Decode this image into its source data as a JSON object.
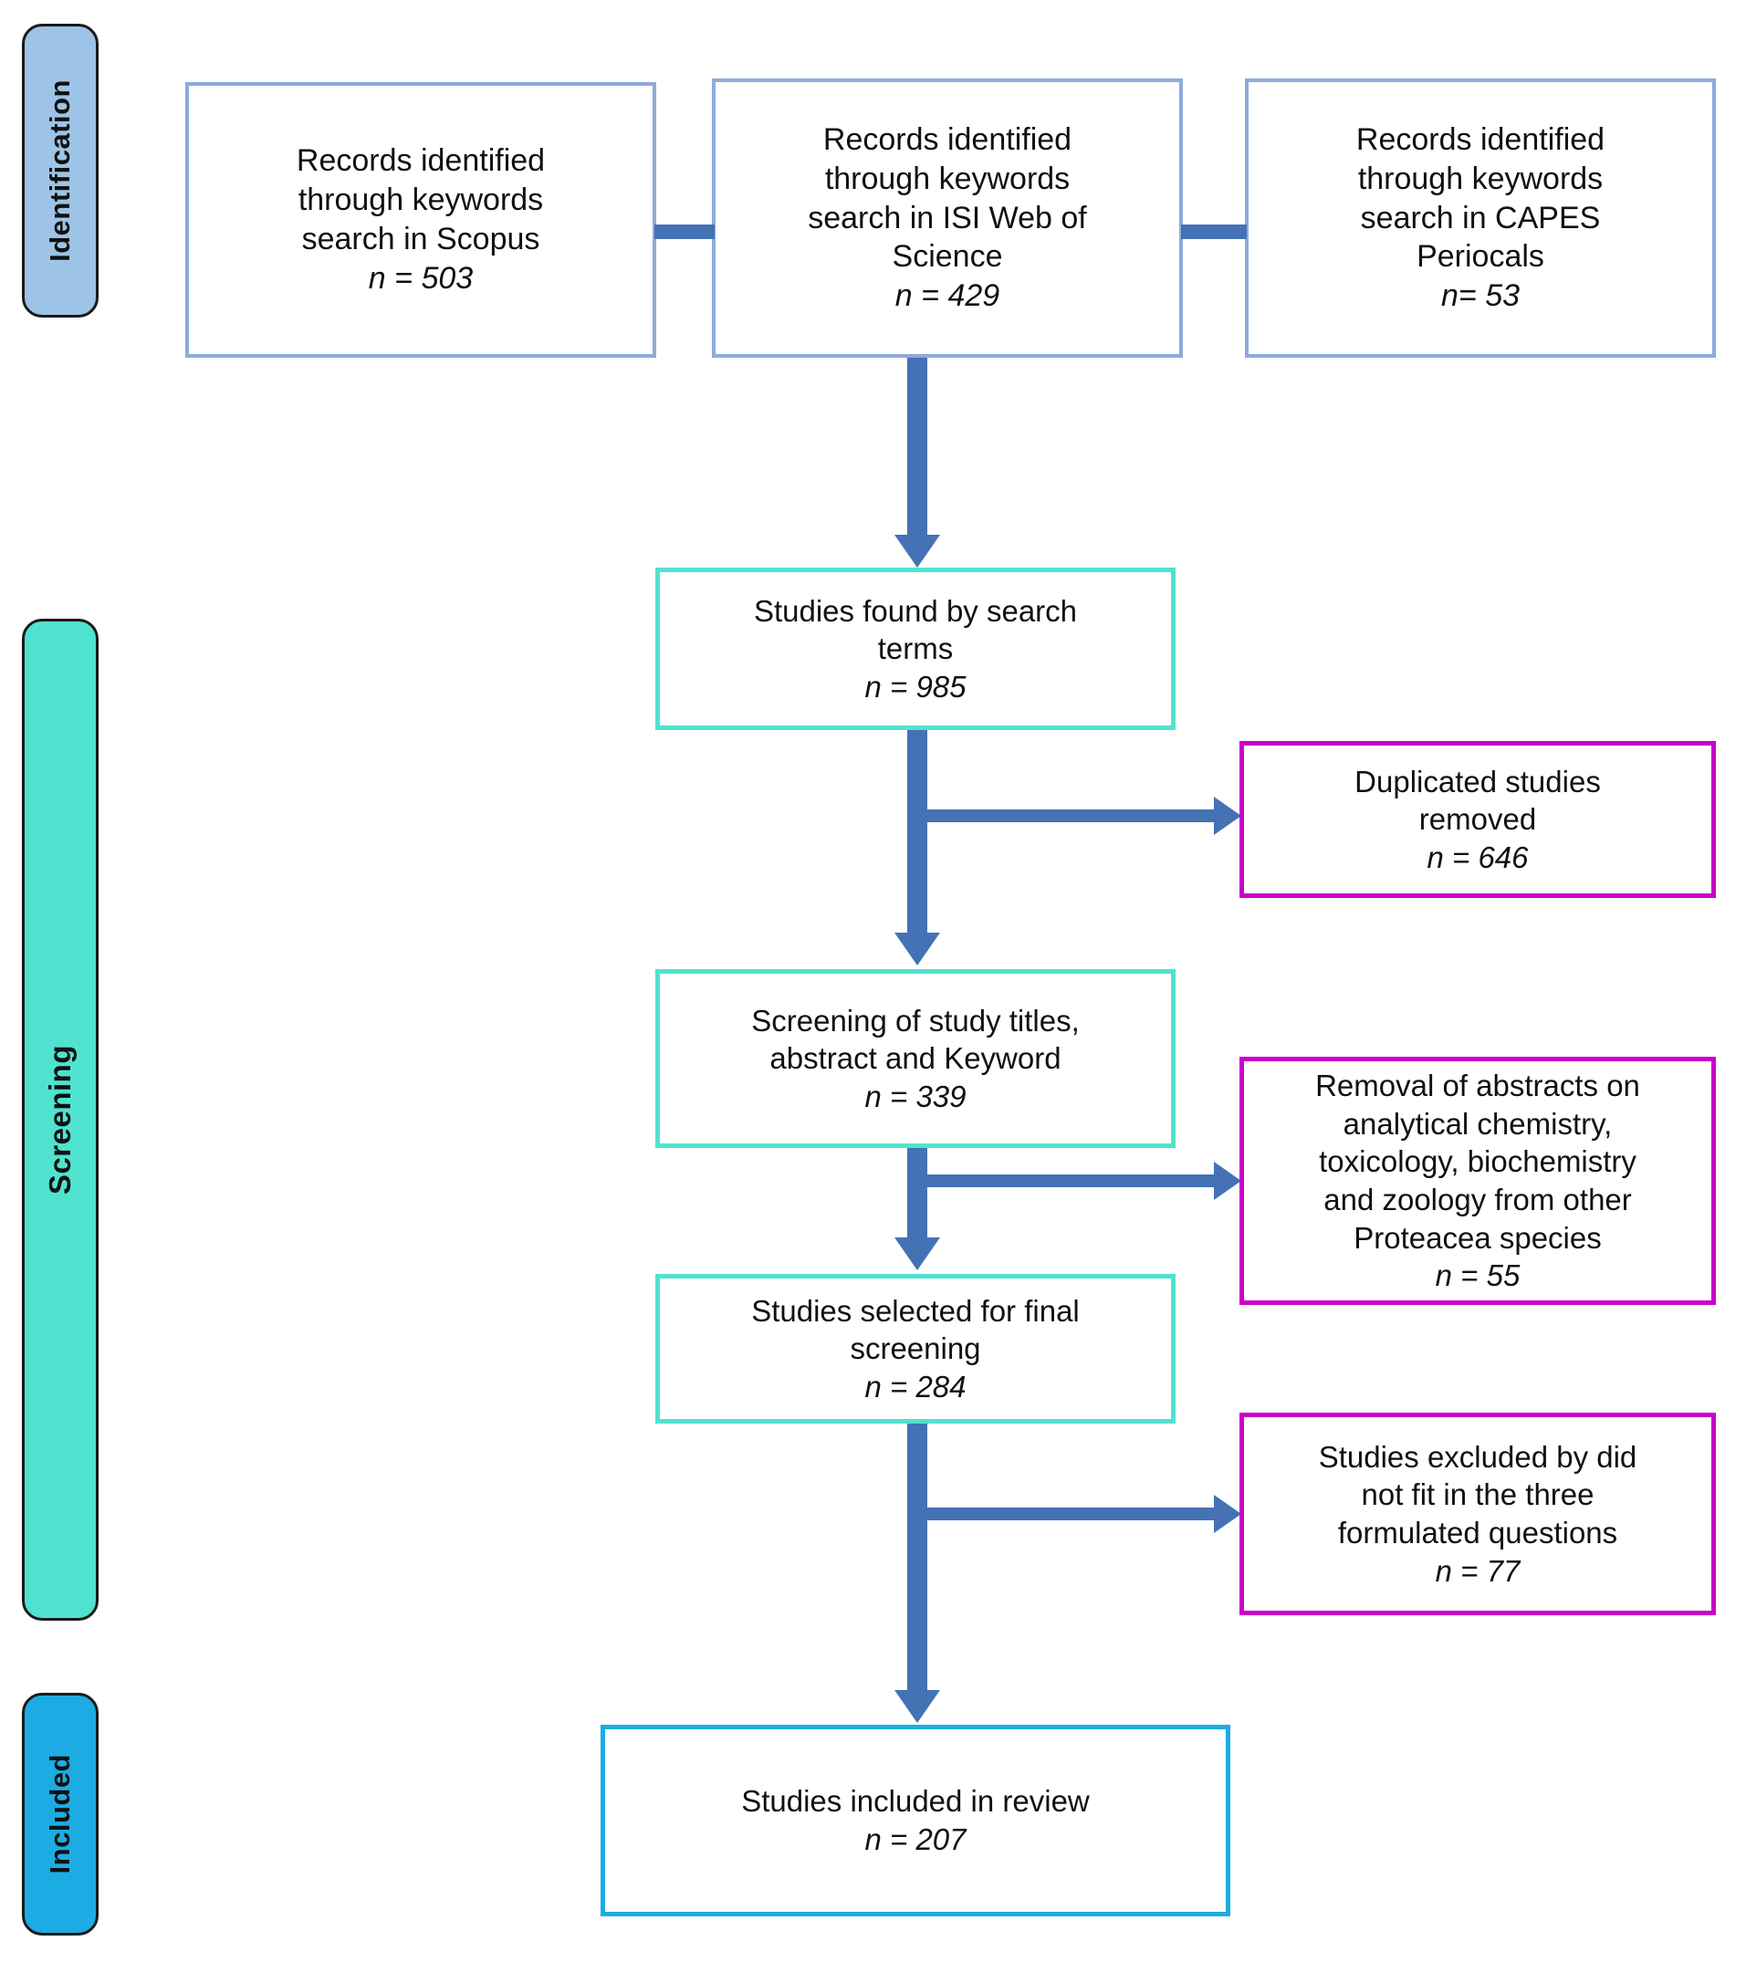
{
  "diagram": {
    "type": "prisma-flow-diagram",
    "stages": [
      {
        "id": "identification",
        "label": "Identification",
        "color": "#9dc3e6"
      },
      {
        "id": "screening",
        "label": "Screening",
        "color": "#4FE3CF"
      },
      {
        "id": "included",
        "label": "Included",
        "color": "#1CACE3"
      }
    ],
    "identification": {
      "scopus": {
        "line1": "Records identified",
        "line2": "through keywords",
        "line3": "search in Scopus",
        "n": "n = 503",
        "border_color": "#8FAADC"
      },
      "isi": {
        "line1": "Records identified",
        "line2": "through keywords",
        "line3": "search in ISI Web of",
        "line4": "Science",
        "n": "n = 429",
        "border_color": "#8FAADC"
      },
      "capes": {
        "line1": "Records identified",
        "line2": "through keywords",
        "line3": "search in CAPES",
        "line4": "Periocals",
        "n": "n= 53",
        "border_color": "#8FAADC"
      }
    },
    "screening": {
      "found": {
        "line1": "Studies found by search",
        "line2": "terms",
        "n": "n = 985",
        "border_color": "#4FE3CF"
      },
      "duplicated": {
        "line1": "Duplicated studies",
        "line2": "removed",
        "n": "n = 646",
        "border_color": "#CC00CC"
      },
      "titles": {
        "line1": "Screening of study titles,",
        "line2": "abstract and Keyword",
        "n": "n = 339",
        "border_color": "#4FE3CF"
      },
      "removal": {
        "line1": "Removal of abstracts on",
        "line2": "analytical chemistry,",
        "line3": "toxicology, biochemistry",
        "line4": "and zoology from other",
        "line5": "Proteacea species",
        "n": "n = 55",
        "border_color": "#CC00CC"
      },
      "final": {
        "line1": "Studies selected for final",
        "line2": "screening",
        "n": "n = 284",
        "border_color": "#4FE3CF"
      },
      "excluded": {
        "line1": "Studies excluded by did",
        "line2": "not fit in the three",
        "line3": "formulated questions",
        "n": "n = 77",
        "border_color": "#CC00CC"
      }
    },
    "included": {
      "review": {
        "line1": "Studies included in review",
        "n": "n = 207",
        "border_color": "#1CACE3"
      }
    },
    "connector_color": "#4472B4"
  }
}
